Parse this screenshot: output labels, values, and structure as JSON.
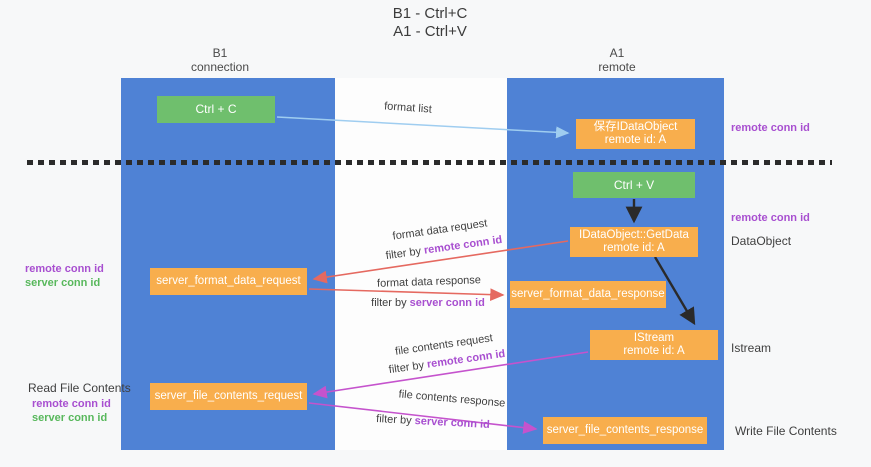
{
  "title": {
    "line1": "B1 - Ctrl+C",
    "line2": "A1 - Ctrl+V"
  },
  "columns": {
    "left": {
      "name": "B1",
      "role": "connection"
    },
    "right": {
      "name": "A1",
      "role": "remote"
    }
  },
  "nodes": {
    "ctrl_c": "Ctrl + C",
    "ctrl_v": "Ctrl + V",
    "save_dataobject": {
      "line1": "保存IDataObject",
      "line2": "remote id: A"
    },
    "getdata": {
      "line1": "IDataObject::GetData",
      "line2": "remote id: A"
    },
    "istream": {
      "line1": "IStream",
      "line2": "remote id: A"
    },
    "format_request": "server_format_data_request",
    "format_response": "server_format_data_response",
    "file_request": "server_file_contents_request",
    "file_response": "server_file_contents_response"
  },
  "labels": {
    "format_list": "format list",
    "format_data_request": "format data request",
    "format_data_response": "format data response",
    "file_contents_request": "file contents request",
    "file_contents_response": "file contents response",
    "filter_by": "filter by ",
    "remote_conn_id": "remote conn id",
    "server_conn_id": "server conn id",
    "dataobject": "DataObject",
    "istream": "Istream",
    "read_file_contents": "Read File Contents",
    "write_file_contents": "Write File Contents"
  },
  "colors": {
    "bg": "#f7f8f9",
    "col-blue": "#4f82d5",
    "orange-box": "#f8ae4d",
    "green-box": "#6fbf6d",
    "purple": "#a84fd0",
    "green-text": "#58b85c",
    "arrow-blue": "#9fcdf0",
    "arrow-red": "#e56960",
    "arrow-magenta": "#c553cd"
  }
}
